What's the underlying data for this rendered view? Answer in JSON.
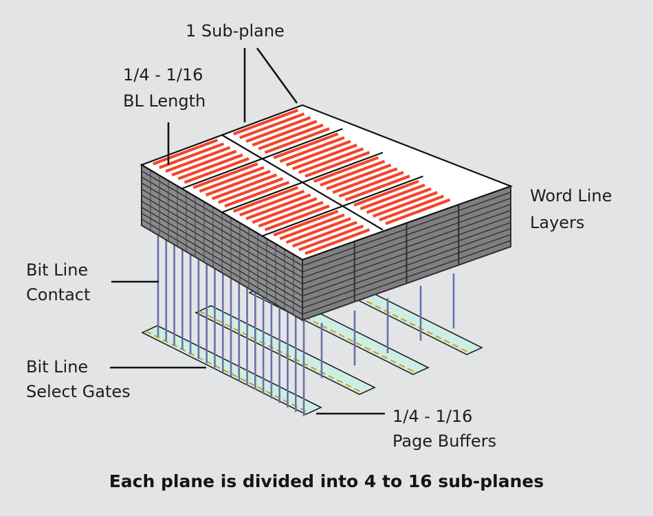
{
  "labels": {
    "sub_plane": "1 Sub-plane",
    "bl_length_1": "1/4 - 1/16",
    "bl_length_2": "BL Length",
    "word_line_1": "Word Line",
    "word_line_2": "Layers",
    "bl_contact_1": "Bit Line",
    "bl_contact_2": "Contact",
    "bl_select_1": "Bit Line",
    "bl_select_2": "Select Gates",
    "page_buf_1": "1/4 - 1/16",
    "page_buf_2": "Page Buffers"
  },
  "caption": "Each plane is divided into 4 to 16 sub-planes",
  "structure": {
    "sub_plane_columns": 4,
    "sub_plane_rows": 2,
    "word_line_layers": 10,
    "page_buffer_strips": 4,
    "red_lines_per_sub_plane": 6
  },
  "colors": {
    "background": "#e3e4e6",
    "top_face": "#ffffff",
    "red_line": "#f2452a",
    "layer_fill": "#8a8a8d",
    "layer_stroke": "#2e2e30",
    "bit_line": "#6b6fa8",
    "page_buffer": "#cdeee4",
    "buffer_edge": "#d59a1b"
  }
}
